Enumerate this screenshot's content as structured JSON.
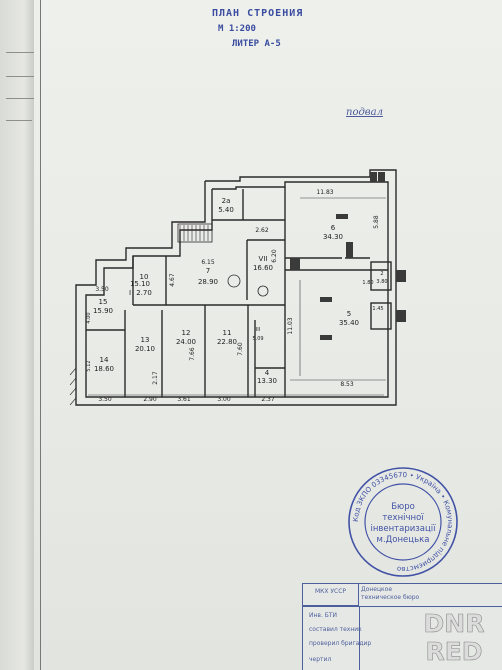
{
  "header": {
    "title_line1": "ПЛАН СТРОЕНИЯ",
    "title_scale": "М 1:200",
    "title_letter": "ЛИТЕР А-5",
    "floor_label": "подвал"
  },
  "plan": {
    "rooms": [
      {
        "id": "2а",
        "area": "5.40"
      },
      {
        "id": "6",
        "area": "34.30"
      },
      {
        "id": "VII",
        "area": "16.60"
      },
      {
        "id": "7",
        "area": "28.90"
      },
      {
        "id": "10",
        "area": "15.10"
      },
      {
        "id": "I",
        "area": "2.70"
      },
      {
        "id": "15",
        "area": "15.90"
      },
      {
        "id": "5",
        "area": "35.40"
      },
      {
        "id": "2",
        "area": "3.80"
      },
      {
        "id": "13",
        "area": "20.10"
      },
      {
        "id": "12",
        "area": "24.00"
      },
      {
        "id": "11",
        "area": "22.80"
      },
      {
        "id": "III",
        "area": "5.09"
      },
      {
        "id": "14",
        "area": "18.60"
      },
      {
        "id": "4",
        "area": "13.30"
      }
    ],
    "dimensions": [
      "11.83",
      "2.62",
      "5.88",
      "6.15",
      "6.20",
      "4.67",
      "3.50",
      "11.03",
      "8.53",
      "7.66",
      "7.60",
      "2.17",
      "1.45",
      "1.80",
      "4.00",
      "5.12",
      "3.50",
      "2.90",
      "3.61",
      "3.00",
      "2.37"
    ]
  },
  "seal": {
    "ring_text": "Код ЗКПО 03345670 • Україна • Комунальне підприємство",
    "center_line1": "Бюро",
    "center_line2": "технічної",
    "center_line3": "інвентаризації",
    "center_line4": "м.Донецька"
  },
  "title_block": {
    "org_left": "МКХ УССР",
    "org_right_1": "Донецкое",
    "org_right_2": "техническое бюро",
    "rows": [
      "Инв. БТИ",
      "составил техник",
      "проверил бригадир",
      "чертил"
    ]
  },
  "watermark": {
    "line1": "DNR",
    "line2": "RED"
  },
  "colors": {
    "paper": "#ebede9",
    "ink": "#3a4ca0",
    "plan_line": "#2a2a2a",
    "watermark": "#d9d9d9"
  }
}
